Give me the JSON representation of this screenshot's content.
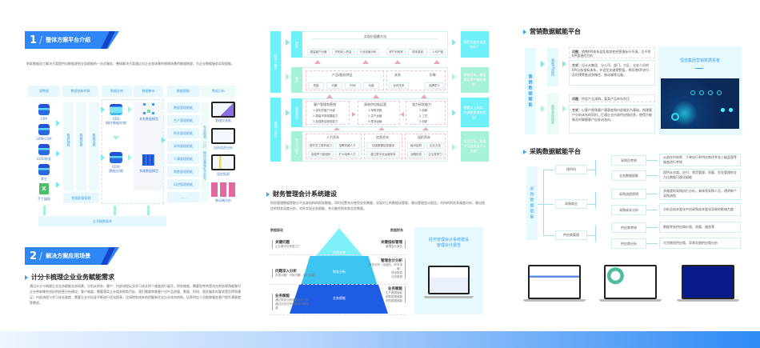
{
  "section1": {
    "number": "1",
    "title": "整体方案平台介绍",
    "intro": "帆软数据化工解决方案提供自数据源到业务赋能的一站式服务，整体解决方案通过对企业各场景的物理场景的数据梳理，为企业数据服务实现赋能。",
    "columns": [
      "源数据",
      "数据抽取转换",
      "数据仓库",
      "数据集市",
      "数据赋能",
      "数据分析"
    ],
    "sources": [
      "ERP",
      "SRM/CRM",
      "EOS/财务",
      "其它",
      "手工填报"
    ],
    "etl": [
      "数据抽取",
      "数据转换",
      "数据加载"
    ],
    "quality": "数据质量管理",
    "warehouse": [
      {
        "name": "ODS",
        "sub": "(操作数据存储)"
      },
      {
        "name": "EDW",
        "sub": "(数据仓储)"
      }
    ],
    "mart": [
      "关系数据模型",
      "多维数据模型"
    ],
    "enablement": [
      "数据管理赋能",
      "生产管理赋能",
      "财务管理赋能",
      "采购管理赋能",
      "人事管理赋能",
      "销售管理赋能",
      "风控管理赋能",
      "......"
    ],
    "publish_label": "专业报表、门户、移动设备等形式发布",
    "analysis": [
      "管理仪表板",
      "自由组合分析",
      "固定报表",
      "移动端分析"
    ],
    "foundation": "企业级数据库"
  },
  "section2": {
    "number": "2",
    "title": "解决方案应用场景",
    "subtitle": "计分卡梳理企业业务赋能需求",
    "body": "通过计分卡梳理企业业务赋能业务场景，分别从财务、客户、内部流程以及学习成长四个维度进行展开。财务维度，需要思考的是站在财务视角能够为企业带来哪些良好的经营分析建议；客户维度，需要落实企业相关财务目标，我们需要审查客户对产品质量、数量、时间、相关服务的要求是否得到满足；内部流程与学习成长维度，需要企业对自身不断进行优化提高，比如财务成本的把握来优化企业成本结构，培养供应人员能够服务客户提升满意度等需求。"
  },
  "center": {
    "top_rows": [
      {
        "left": "财务",
        "tag": "财务",
        "header": "实现价值最大化",
        "side_left": "收入",
        "side_right": "成本",
        "items": [
          "提高客户价值",
          "开拓收入机会",
          "行业前景分析",
          "资产利用率",
          "成本费用",
          "人均产值"
        ],
        "question": "我们为股东创造什么？"
      },
      {
        "left": "客户",
        "tag": "客户",
        "groups": [
          {
            "title": "产品/服务特征",
            "items": [
              "质量",
              "价格",
              "时间",
              "功能"
            ]
          },
          {
            "title": "关系",
            "items": [
              "伙伴关系"
            ]
          },
          {
            "title": "形象",
            "items": [
              "品牌意义"
            ]
          }
        ],
        "question": "实现目标，需要满足客户哪些需求？"
      }
    ],
    "left_labels": [
      "财务 | 客户",
      "流程 | 成长"
    ],
    "bottom_rows": [
      {
        "tag": "内部流程",
        "groups": [
          {
            "title": "客户管理和营销",
            "items": [
              "1.优化的客户分级",
              "2.提高市场拓展能力",
              "3.加强售后服务能力"
            ]
          },
          {
            "title": "高效供应链运营",
            "items": [
              "1.采购流程",
              "2.生产运营",
              "3.物流运输"
            ]
          },
          {
            "title": "强力研发能力",
            "items": [
              "1.创新",
              "2.工艺",
              "3.创新"
            ]
          }
        ],
        "question": "需要以上两点，内部需要哪些优化？"
      },
      {
        "tag": "学习与成长",
        "groups": [
          {
            "title": "人力资本",
            "items": [
              "提升员工操作能力",
              "招聘关键人才",
              "加强学习型组织",
              "扩大培养人才"
            ]
          },
          {
            "title": "信息资本",
            "items": [
              "加强数据信息建设",
              "建立数字化运营体系"
            ]
          },
          {
            "title": "组织资本",
            "items": [
              "组织结构",
              "企业文化",
              "战略检查",
              "企业竞争力"
            ]
          }
        ],
        "question": "实现目标，需要学习和成长什么方面？"
      }
    ]
  },
  "finance": {
    "subtitle": "财务管理会计系统建设",
    "body": "财务管理数据提取分不支部机构的财务数据，同时设置充分使用业务数据，实现对上的数据化管理，输出管理会计报告；对内的财务多维度分析，输出相应的财务深度分析；对外实现业务赋能，充分融合财务和业务数据。",
    "left_header": "数据驱动",
    "right_header": "数据财务",
    "pyramid": [
      "决策支撑",
      "财务分析",
      "业务赋能"
    ],
    "left_items": [
      {
        "title": "关键问题",
        "desc": "企业数字化转型之广"
      },
      {
        "title": "问题深入分析",
        "desc": "发现问题、分析问题、执行改善"
      },
      {
        "title": "业务赋能",
        "desc": "通过财务分析观察业务分析\n通过业务分析观察到问题根源"
      }
    ],
    "right_items": [
      {
        "title": "关键指标管理",
        "desc": "管理会计报告"
      },
      {
        "title": "管理会计分析",
        "desc": "财务分析（全面的、财务深度）\n成本报表\n业务报表"
      },
      {
        "title": "业务赋能",
        "desc": "生产数据赋能\n销售数据赋能\n采购数据赋能"
      }
    ],
    "panel_title": "财务管理会计系统建设\n管理会计报告"
  },
  "marketing": {
    "subtitle": "营销数据赋能平台",
    "root": "营销数据赋能",
    "branches": [
      {
        "label": "销售KPI提效",
        "problem_label": "问题：",
        "problem": "销售KPI体系混乱和其他经营指标分不清，达不到KPI管理的目的",
        "method_label": "方式：",
        "method": "设计从集团、分公司、部门、大区、业务人员的KPI分析指标体系，并设定关键预警值，将异常KPI进行及时预警推送到微信、移动端等设备。"
      },
      {
        "label": "精准营销赋能",
        "problem_label": "问题：",
        "problem": "特定产品滞销，某类产品库存积压",
        "method_label": "方式：",
        "method": "以客户视角客户满意度和内部服务为基础，构建客户分析体系的同时，打通企业内部供应链信息，使得方能够及时掌握客户自发动态向。"
      }
    ],
    "dashboard_title": "恒逸集团营销数据看板"
  },
  "procurement": {
    "subtitle": "采购数据赋能平台",
    "root": "采购数据赋能",
    "level1": [
      "保供科",
      "采购商业",
      "供应商管理"
    ],
    "level2": [
      "采购员考核",
      "业务数据赋能",
      "采购流程透明",
      "采购成本分析",
      "供应商考核",
      "供应商分析"
    ],
    "level3": [
      "从前在时效率、下单执行率供应商评并发三级监管等维度进行考核",
      "提供从年度、应付、到货管理、质量、资金管理的全方位数据可视化赋能",
      "多维度的采购执行分析，具体到采购人员，透明每个采购流程",
      "分析总成本变化中由采购成本变化导致的影响力度",
      "数据考核供应商价格、质量、服务等",
      "大宗物资供应商、异常交期供应商分析"
    ]
  },
  "colors": {
    "accent": "#2f86f6",
    "accent_dark": "#1644c9",
    "cyan": "#6ef0f8",
    "mint": "#a6f2d6",
    "pink": "#e8a9bb",
    "panel": "#e6f9fd"
  }
}
